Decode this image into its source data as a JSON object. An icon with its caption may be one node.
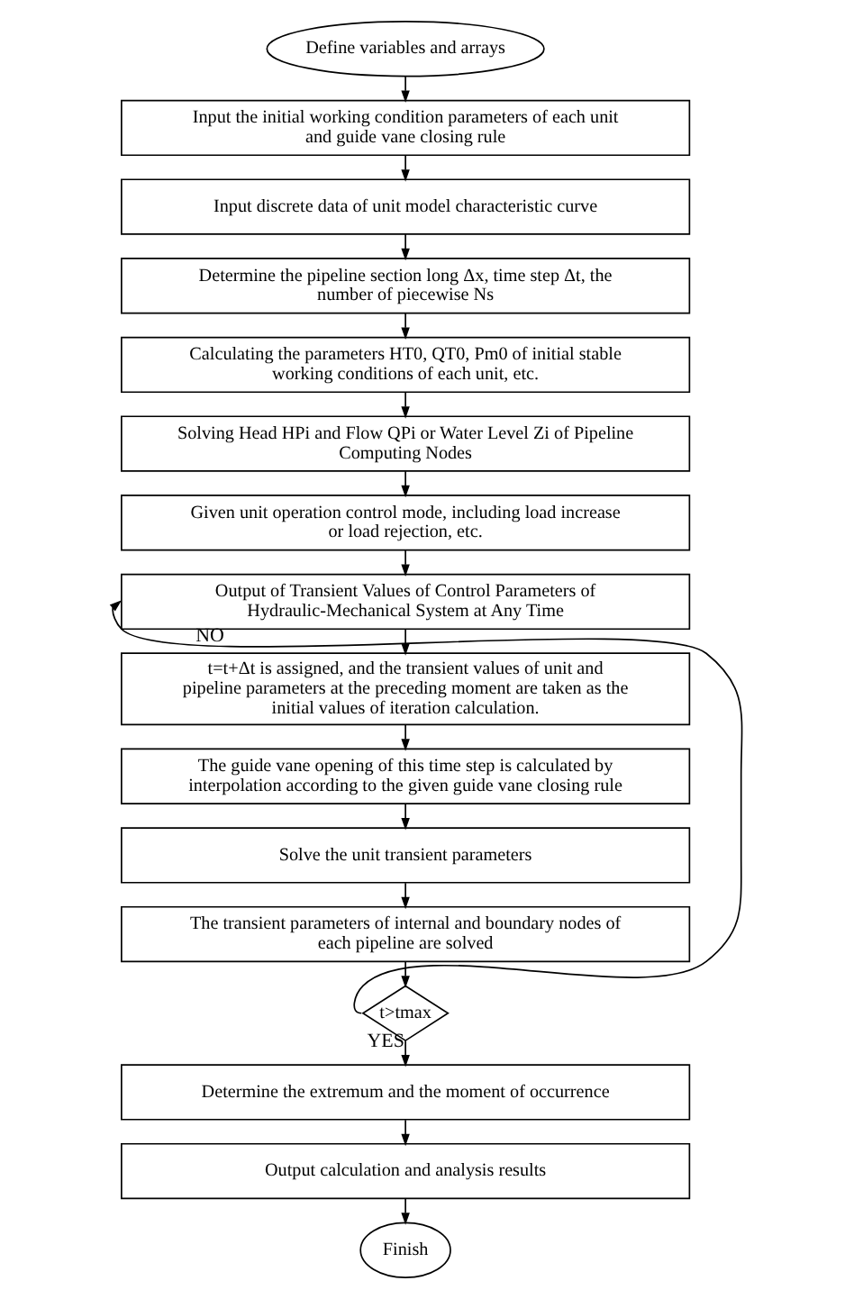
{
  "diagram": {
    "nodes": [
      {
        "text": [
          "Define variables and arrays"
        ]
      },
      {
        "text": [
          "Input the initial working condition parameters of each unit and guide vane closing rule"
        ]
      },
      {
        "text": [
          "Input discrete data of unit model characteristic curve"
        ]
      },
      {
        "text": [
          "Determine the pipeline section long Δx, time step Δt, the number of piecewise Ns"
        ]
      },
      {
        "text": [
          "Calculating the parameters HT0, QT0, Pm0 of initial stable working conditions of each unit, etc."
        ]
      },
      {
        "text": [
          "Solving Head HPi and Flow QPi or Water Level Zi of Pipeline Computing Nodes"
        ]
      },
      {
        "text": [
          "Given unit operation control mode, including load increase or load rejection, etc."
        ]
      },
      {
        "text": [
          "Output of Transient Values of Control Parameters of Hydraulic-Mechanical System at Any Time"
        ]
      },
      {
        "text": [
          "t=t+Δt is assigned, and the transient values of unit and pipeline parameters at the preceding moment are taken as the initial values of iteration calculation."
        ]
      },
      {
        "text": [
          "The guide vane opening of this time step is calculated by interpolation according to the given guide vane closing rule"
        ]
      },
      {
        "text": [
          "Solve the unit transient parameters"
        ]
      },
      {
        "text": [
          "The transient parameters of internal and boundary nodes of each pipeline are solved"
        ]
      },
      {
        "text": [
          "t>tmax"
        ]
      },
      {
        "text": [
          "Determine the extremum and the moment of occurrence"
        ]
      },
      {
        "text": [
          "Output calculation and analysis results"
        ]
      },
      {
        "text": [
          "Finish"
        ]
      }
    ],
    "edges": [
      {
        "from": 0,
        "to": 1,
        "arrow": "to"
      },
      {
        "from": 1,
        "to": 2,
        "arrow": "to"
      },
      {
        "from": 2,
        "to": 3,
        "arrow": "to"
      },
      {
        "from": 3,
        "to": 4,
        "arrow": "to"
      },
      {
        "from": 4,
        "to": 5,
        "arrow": "to"
      },
      {
        "from": 5,
        "to": 6,
        "arrow": "to"
      },
      {
        "from": 6,
        "to": 7,
        "arrow": "to"
      },
      {
        "from": 7,
        "to": 8,
        "arrow": "to"
      },
      {
        "from": 8,
        "to": 9,
        "arrow": "to"
      },
      {
        "from": 9,
        "to": 10,
        "arrow": "to"
      },
      {
        "from": 10,
        "to": 11,
        "arrow": "to"
      },
      {
        "from": 11,
        "to": 12,
        "arrow": "to"
      },
      {
        "from": 12,
        "to": 7,
        "arrow": "to",
        "label": "NO"
      },
      {
        "from": 12,
        "to": 13,
        "arrow": "to",
        "label": "YES"
      },
      {
        "from": 13,
        "to": 14,
        "arrow": "to"
      },
      {
        "from": 14,
        "to": 15,
        "arrow": "to"
      }
    ]
  }
}
